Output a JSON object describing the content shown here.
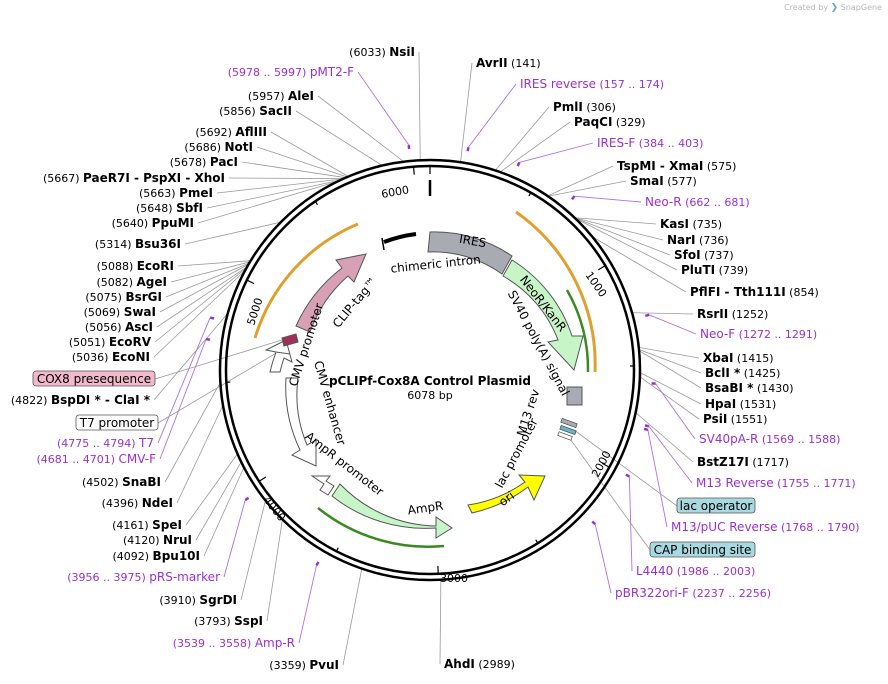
{
  "credit": {
    "prefix": "Created by",
    "brand": "SnapGene"
  },
  "plasmid": {
    "name": "pCLIPf-Cox8A Control Plasmid",
    "length_label": "6078 bp",
    "length": 6078
  },
  "ticks": [
    "1000",
    "2000",
    "3000",
    "4000",
    "5000",
    "6000"
  ],
  "features": [
    {
      "label": "IRES",
      "fill": "#a8acb2"
    },
    {
      "label": "NeoR/KanR",
      "fill": "#c8f5c8"
    },
    {
      "label": "SV40 poly(A) signal",
      "fill": "#a8acb2"
    },
    {
      "label": "M13 rev",
      "fill": "#a8acb2"
    },
    {
      "label": "lac promoter",
      "fill": "#ffffff"
    },
    {
      "label": "ori",
      "fill": "#ffff00"
    },
    {
      "label": "AmpR",
      "fill": "#c8f5c8"
    },
    {
      "label": "AmpR promoter",
      "fill": "#ffffff"
    },
    {
      "label": "CMV enhancer",
      "fill": "#ffffff"
    },
    {
      "label": "CMV promoter",
      "fill": "#ffffff"
    },
    {
      "label": "CLIP-tag™",
      "fill": "#d8a0b4"
    },
    {
      "label": "chimeric intron",
      "fill": "#000000"
    }
  ],
  "enzymes": [
    {
      "name": "NsiI",
      "pos": "(6033)"
    },
    {
      "name": "AvrII",
      "pos": "(141)"
    },
    {
      "name": "AleI",
      "pos": "(5957)"
    },
    {
      "name": "SacII",
      "pos": "(5856)"
    },
    {
      "name": "PmlI",
      "pos": "(306)"
    },
    {
      "name": "PaqCI",
      "pos": "(329)"
    },
    {
      "name": "AflIII",
      "pos": "(5692)"
    },
    {
      "name": "NotI",
      "pos": "(5686)"
    },
    {
      "name": "PacI",
      "pos": "(5678)"
    },
    {
      "name": "PaeR7I - PspXI - XhoI",
      "pos": "(5667)"
    },
    {
      "name": "PmeI",
      "pos": "(5663)"
    },
    {
      "name": "SbfI",
      "pos": "(5648)"
    },
    {
      "name": "PpuMI",
      "pos": "(5640)"
    },
    {
      "name": "TspMI - XmaI",
      "pos": "(575)"
    },
    {
      "name": "SmaI",
      "pos": "(577)"
    },
    {
      "name": "Bsu36I",
      "pos": "(5314)"
    },
    {
      "name": "KasI",
      "pos": "(735)"
    },
    {
      "name": "NarI",
      "pos": "(736)"
    },
    {
      "name": "SfoI",
      "pos": "(737)"
    },
    {
      "name": "PluTI",
      "pos": "(739)"
    },
    {
      "name": "EcoRI",
      "pos": "(5088)"
    },
    {
      "name": "AgeI",
      "pos": "(5082)"
    },
    {
      "name": "BsrGI",
      "pos": "(5075)"
    },
    {
      "name": "SwaI",
      "pos": "(5069)"
    },
    {
      "name": "AscI",
      "pos": "(5056)"
    },
    {
      "name": "EcoRV",
      "pos": "(5051)"
    },
    {
      "name": "EcoNI",
      "pos": "(5036)"
    },
    {
      "name": "PflFI - Tth111I",
      "pos": "(854)"
    },
    {
      "name": "RsrII",
      "pos": "(1252)"
    },
    {
      "name": "XbaI",
      "pos": "(1415)"
    },
    {
      "name": "BclI *",
      "pos": "(1425)"
    },
    {
      "name": "BsaBI *",
      "pos": "(1430)"
    },
    {
      "name": "HpaI",
      "pos": "(1531)"
    },
    {
      "name": "PsiI",
      "pos": "(1551)"
    },
    {
      "name": "BspDI * - ClaI *",
      "pos": "(4822)"
    },
    {
      "name": "BstZ17I",
      "pos": "(1717)"
    },
    {
      "name": "SnaBI",
      "pos": "(4502)"
    },
    {
      "name": "NdeI",
      "pos": "(4396)"
    },
    {
      "name": "SpeI",
      "pos": "(4161)"
    },
    {
      "name": "NruI",
      "pos": "(4120)"
    },
    {
      "name": "Bpu10I",
      "pos": "(4092)"
    },
    {
      "name": "SgrDI",
      "pos": "(3910)"
    },
    {
      "name": "SspI",
      "pos": "(3793)"
    },
    {
      "name": "PvuI",
      "pos": "(3359)"
    },
    {
      "name": "AhdI",
      "pos": "(2989)"
    }
  ],
  "primers": [
    {
      "name": "pMT2-F",
      "pos": "(5978 .. 5997)"
    },
    {
      "name": "IRES reverse",
      "pos": "(157 .. 174)"
    },
    {
      "name": "IRES-F",
      "pos": "(384 .. 403)"
    },
    {
      "name": "Neo-R",
      "pos": "(662 .. 681)"
    },
    {
      "name": "Neo-F",
      "pos": "(1272 .. 1291)"
    },
    {
      "name": "T7",
      "pos": "(4775 .. 4794)"
    },
    {
      "name": "CMV-F",
      "pos": "(4681 .. 4701)"
    },
    {
      "name": "SV40pA-R",
      "pos": "(1569 .. 1588)"
    },
    {
      "name": "M13 Reverse",
      "pos": "(1755 .. 1771)"
    },
    {
      "name": "M13/pUC Reverse",
      "pos": "(1768 .. 1790)"
    },
    {
      "name": "L4440",
      "pos": "(1986 .. 2003)"
    },
    {
      "name": "pBR322ori-F",
      "pos": "(2237 .. 2256)"
    },
    {
      "name": "pRS-marker",
      "pos": "(3956 .. 3975)"
    },
    {
      "name": "Amp-R",
      "pos": "(3539 .. 3558)"
    }
  ],
  "boxes": [
    {
      "label": "COX8 presequence",
      "fill": "#f2b8cc"
    },
    {
      "label": "T7 promoter",
      "fill": "#ffffff"
    },
    {
      "label": "lac operator",
      "fill": "#a8d8e0"
    },
    {
      "label": "CAP binding site",
      "fill": "#a8d8e0"
    }
  ]
}
